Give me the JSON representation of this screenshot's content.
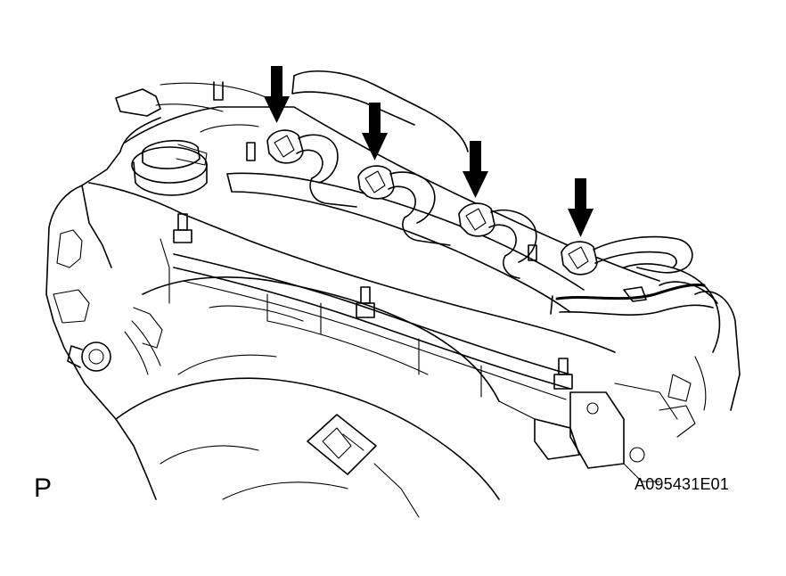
{
  "figure": {
    "view_label": "P",
    "figure_id": "A095431E01",
    "callouts": [
      {
        "icon": "down-arrow-icon",
        "target": "ignition-coil-connector-1"
      },
      {
        "icon": "down-arrow-icon",
        "target": "ignition-coil-connector-2"
      },
      {
        "icon": "down-arrow-icon",
        "target": "ignition-coil-connector-3"
      },
      {
        "icon": "down-arrow-icon",
        "target": "ignition-coil-connector-4"
      }
    ],
    "colors": {
      "line": "#000000",
      "background": "#ffffff"
    }
  }
}
